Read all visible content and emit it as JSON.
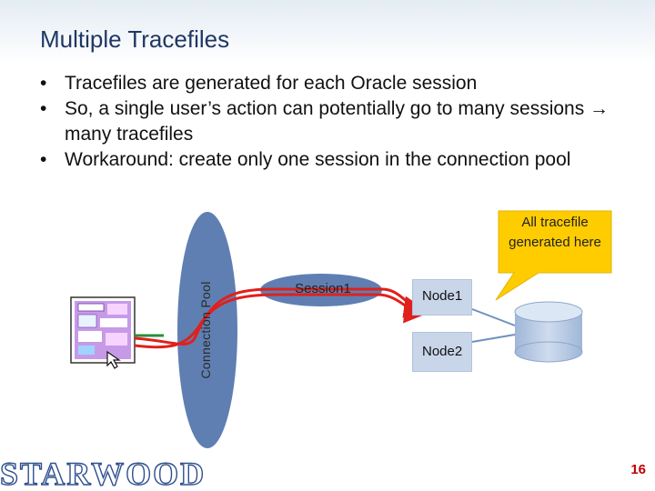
{
  "slide": {
    "title": "Multiple Tracefiles",
    "bullets": [
      {
        "marker": "•",
        "text": "Tracefiles are generated for each Oracle session"
      },
      {
        "marker": "•",
        "text": "So, a single user’s action can potentially go to many sessions → many tracefiles"
      },
      {
        "marker": "•",
        "text": "Workaround: create only one session in the connection pool"
      }
    ]
  },
  "diagram": {
    "connection_pool_label": "Connection Pool",
    "session_label": "Session1",
    "callout_text": "All tracefile generated here",
    "nodes": [
      "Node1",
      "Node2"
    ]
  },
  "footer": {
    "logo_text": "STARWOOD",
    "page_number": "16"
  },
  "colors": {
    "title": "#1f3864",
    "pool_fill": "#5f7fb2",
    "callout_fill": "#ffcc00",
    "node_fill": "#c9d6ea",
    "database_fill": "#bfd0e8",
    "arrow_red": "#e0201b",
    "page_number": "#c00000"
  },
  "icons": {
    "user_screen": "browser-window-icon",
    "database": "database-cylinder-icon"
  }
}
